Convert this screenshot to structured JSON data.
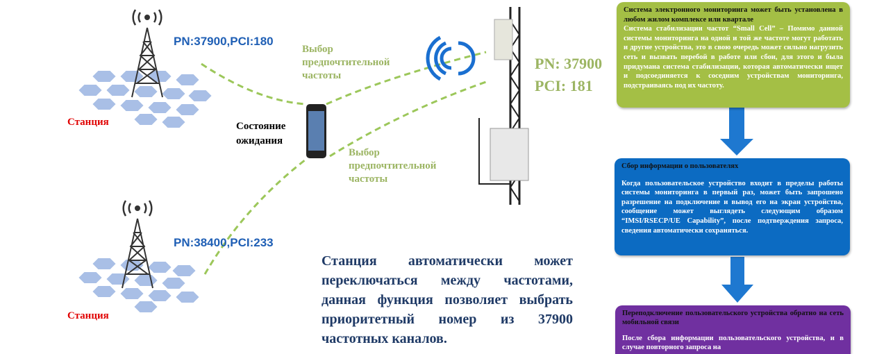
{
  "left": {
    "station_label": "Станция",
    "tower1_label": "PN:37900,PCI:180",
    "tower2_label": "PN:38400,PCI:233",
    "idle_label": "Состояние ожидания",
    "pref_freq_label": "Выбор предпочтительной частоты",
    "small_cell_pn": "PN: 37900",
    "small_cell_pci": "PCI: 181",
    "description": "Станция автоматически может переключаться между частотами, данная функция позволяет выбрать приоритетный номер из 37900 частотных каналов."
  },
  "flow": [
    {
      "heading": "Система электронного мониторинга может быть установлена в любом жилом комплексе или квартале",
      "text": "Система стабилизации частот “Small Cell” – Помимо данной системы мониторинга на одной и той же частоте могут работать и другие устройства, это в свою очередь может сильно нагрузить сеть и вызвать перебой в работе или сбои, для этого и была придумана система стабилизации, которая автоматически ищет и подсоединяется к соседним устройствам мониторинга, подстраиваясь под их частоту.",
      "color": "#a4bf45"
    },
    {
      "heading": "Сбор информации о пользователях",
      "text": "Когда пользовательское устройство входит в пределы работы системы мониторинга в первый раз, может быть запрошено разрешение на подключение и вывод его на экран устройства, сообщение может выглядеть следующим образом “IMSI/RSECP/UE Capability”, после подтверждения запроса, сведения автоматически сохраняться.",
      "color": "#0c6bc2"
    },
    {
      "heading": "Переподключение пользовательского устройства обратно на сеть мобильной связи",
      "text": "После сбора информации пользовательского устройства, и в случае повторного запроса на",
      "color": "#7030a0"
    }
  ]
}
